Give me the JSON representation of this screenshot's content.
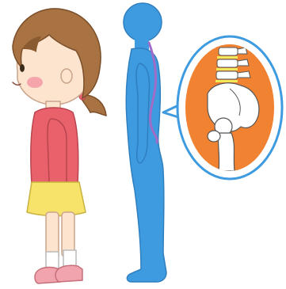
{
  "illustration": {
    "subjects": [
      "girl-standing-profile",
      "body-silhouette-with-spine",
      "pelvis-zoom-callout"
    ],
    "colors": {
      "skin": "#fde4cf",
      "skin_outline": "#c9a58c",
      "hair": "#a87242",
      "hair_dark": "#8a5a30",
      "shirt": "#e8616b",
      "skirt": "#f7e36a",
      "sock": "#ffffff",
      "shoe": "#f1a4ad",
      "cheek": "#f59aa6",
      "silhouette": "#3f9be0",
      "silhouette_outline": "#2f7fbf",
      "spine": "#a06cc8",
      "callout_border": "#3f9be0",
      "callout_bg": "#ffffff",
      "tissue": "#f08232",
      "bone": "#ffffff",
      "bone_outline": "#555555",
      "disc": "#f3e75a"
    }
  }
}
